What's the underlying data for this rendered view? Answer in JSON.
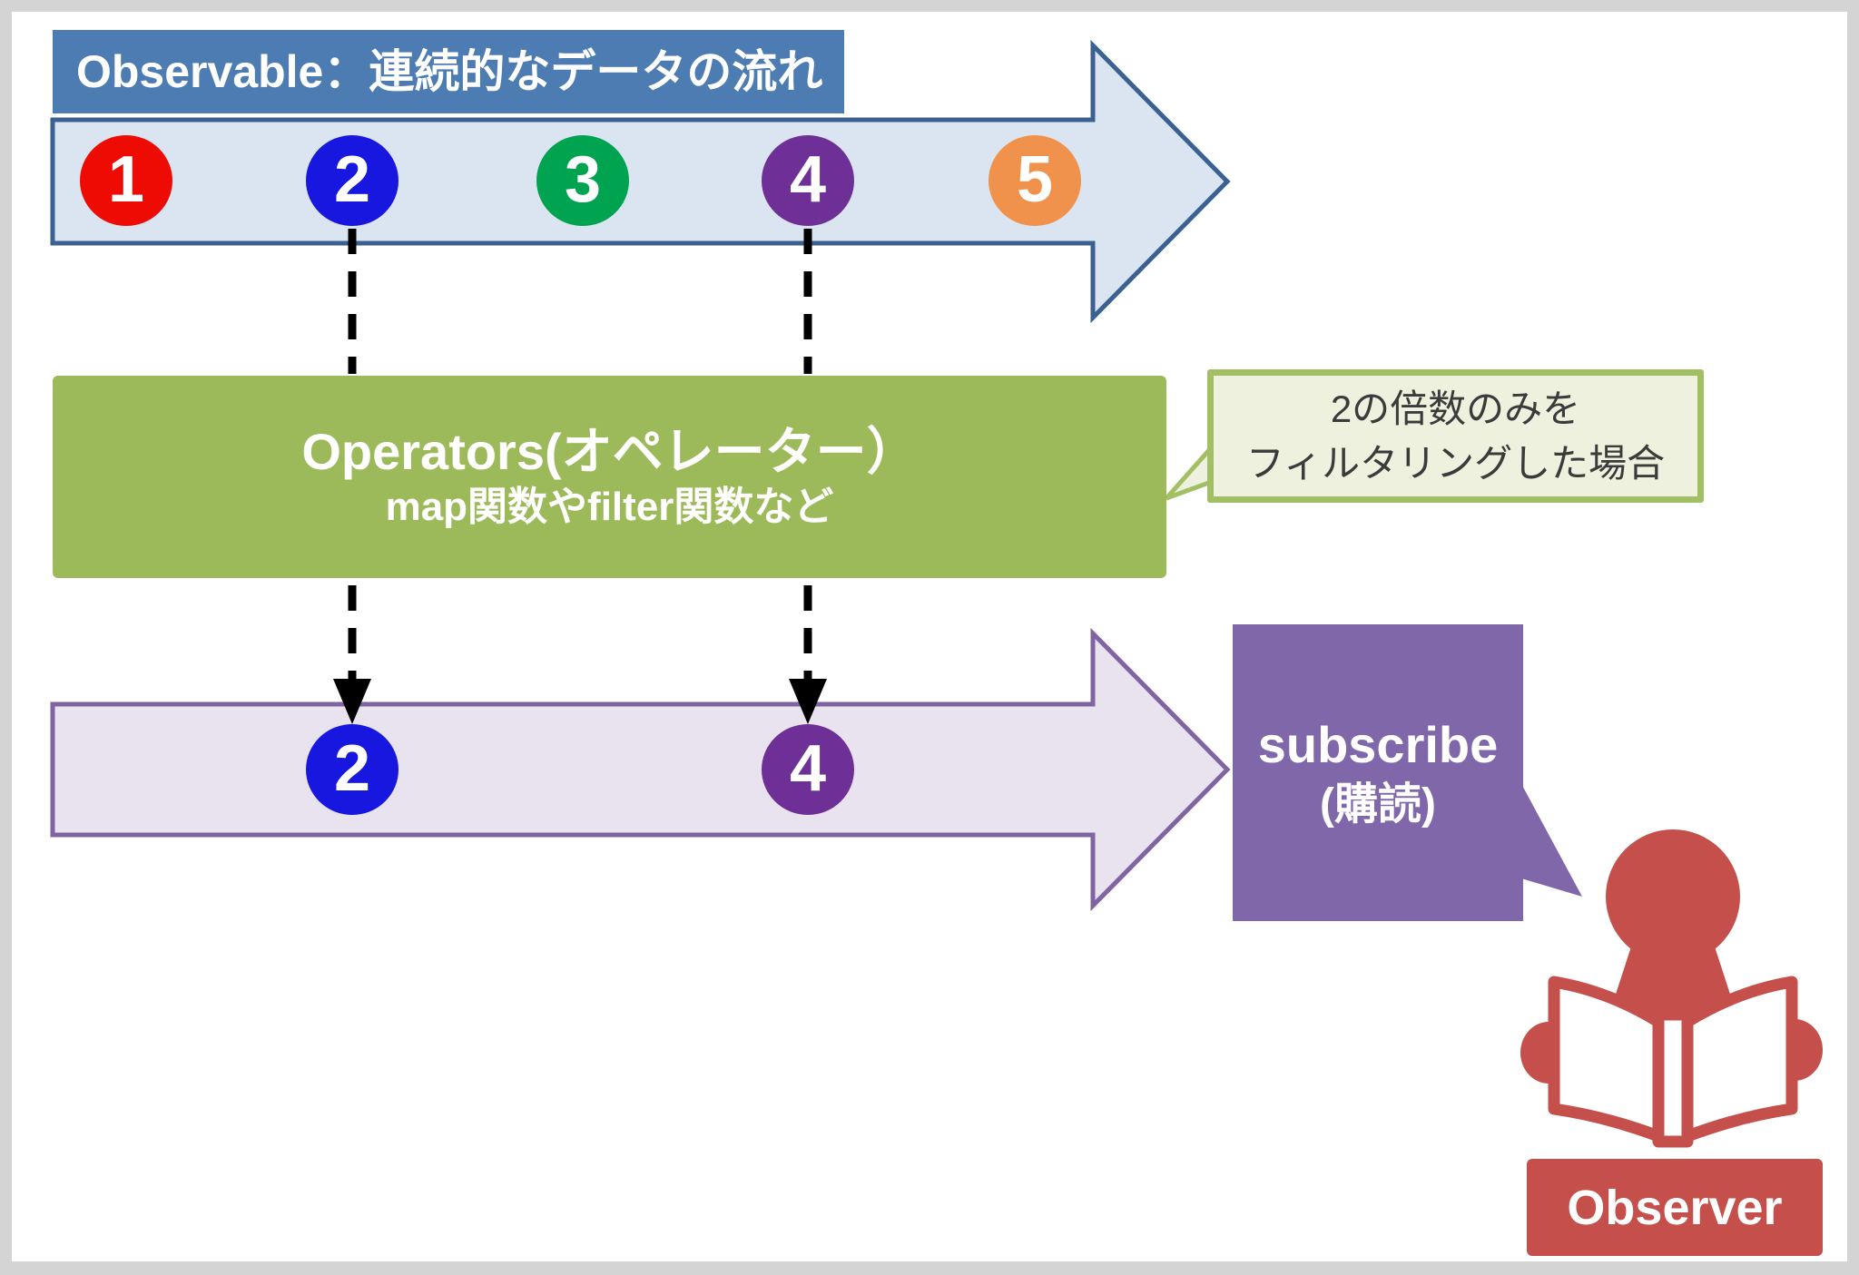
{
  "observable": {
    "title": "Observable：連続的なデータの流れ",
    "items": [
      {
        "value": "1",
        "color": "#ee0b04"
      },
      {
        "value": "2",
        "color": "#1717e0"
      },
      {
        "value": "3",
        "color": "#00a350"
      },
      {
        "value": "4",
        "color": "#6e3096"
      },
      {
        "value": "5",
        "color": "#f0924b"
      }
    ]
  },
  "operators": {
    "title": "Operators(オペレーター）",
    "subtitle": "map関数やfilter関数など"
  },
  "note": {
    "lines": [
      "2の倍数のみを",
      "フィルタリングした場合"
    ]
  },
  "filtered_stream": {
    "items": [
      {
        "value": "2",
        "color": "#1717e0"
      },
      {
        "value": "4",
        "color": "#6e3096"
      }
    ]
  },
  "subscribe": {
    "title": "subscribe",
    "subtitle": "(購読)"
  },
  "observer": {
    "label": "Observer"
  },
  "icons": {
    "observer": "person-reading-book-icon"
  },
  "colors": {
    "header_bg": "#4d7cb2",
    "stream_arrow_fill": "#dbe5f1",
    "stream_arrow_stroke": "#3a6191",
    "operators_fill": "#9cba59",
    "note_fill": "#edf1de",
    "note_stroke": "#a2c063",
    "filtered_arrow_fill": "#e8e3ef",
    "filtered_arrow_stroke": "#8064a2",
    "subscribe_fill": "#7f67aa",
    "observer_red": "#c5504b",
    "dashed_line": "#000000",
    "frame_gray": "#d4d4d4"
  }
}
